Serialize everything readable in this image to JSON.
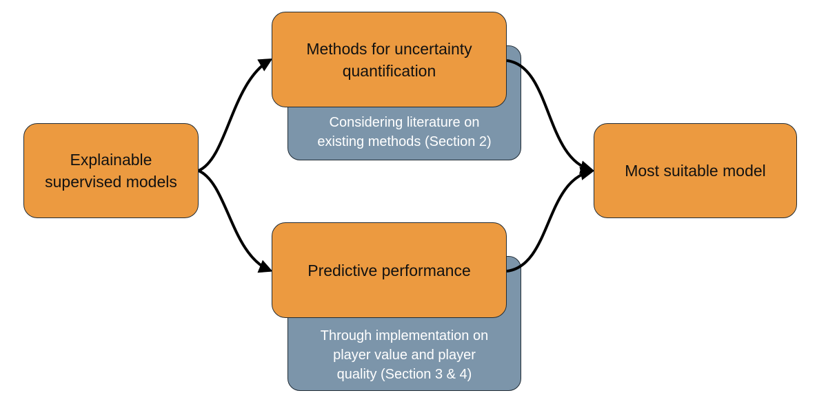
{
  "nodes": {
    "explainable": {
      "label": "Explainable\nsupervised models"
    },
    "uncertainty": {
      "label": "Methods for uncertainty\nquantification"
    },
    "uncertainty_note": {
      "label": "Considering literature on\nexisting methods (Section 2)"
    },
    "predictive": {
      "label": "Predictive performance"
    },
    "predictive_note": {
      "label": "Through implementation on\nplayer value and player\nquality (Section 3 & 4)"
    },
    "suitable": {
      "label": "Most suitable model"
    }
  },
  "colors": {
    "node_fill": "#ec9a40",
    "note_fill": "#7c95aa",
    "border": "#1f2a33",
    "arrow": "#000000"
  }
}
